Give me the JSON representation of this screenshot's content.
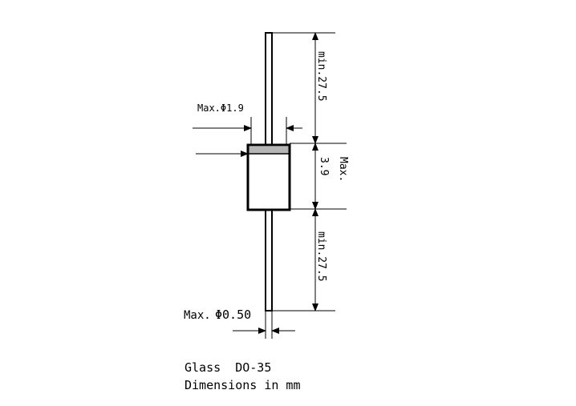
{
  "diagram": {
    "lead_top_length": "min.27.5",
    "lead_bottom_length": "min.27.5",
    "body_length_prefix": "Max.",
    "body_length_value": "3.9",
    "body_diameter": "Max.Φ1.9",
    "lead_diameter_prefix": "Max.",
    "lead_diameter_value": "Φ0.50"
  },
  "caption": {
    "package": "Glass  DO-35",
    "units": "Dimensions in mm"
  },
  "colors": {
    "ink": "#000000",
    "cathode_band": "#b5b5b5",
    "background": "#ffffff"
  }
}
